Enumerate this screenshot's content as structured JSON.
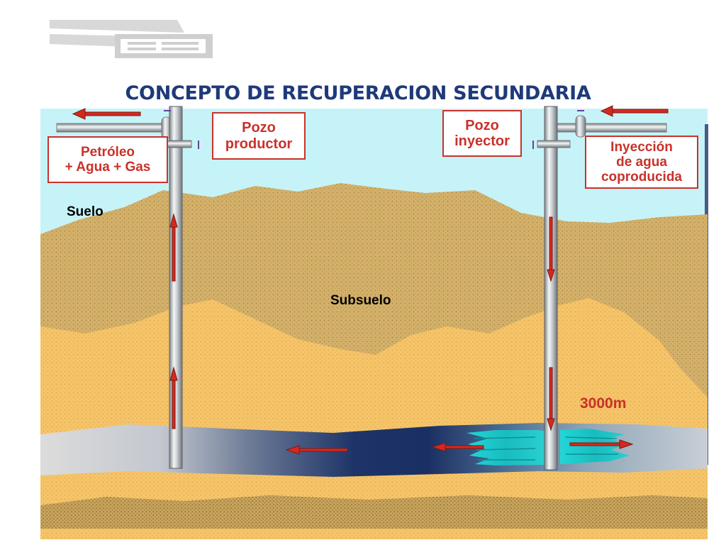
{
  "title": "CONCEPTO DE RECUPERACION SECUNDARIA",
  "logo": {
    "name": "company-logo"
  },
  "labels": {
    "productor": [
      "Pozo",
      "productor"
    ],
    "inyector": [
      "Pozo",
      "inyector"
    ],
    "petroleo": [
      "Petróleo",
      "+ Agua + Gas"
    ],
    "inyeccion": [
      "Inyección",
      "de agua",
      "coproducida"
    ],
    "suelo": "Suelo",
    "subsuelo": "Subsuelo",
    "depth": "3000m"
  },
  "colors": {
    "title": "#1f3a7a",
    "accent_red": "#c9312a",
    "sky": "#c6f3f7",
    "soil_dark": "#d4b16a",
    "soil_light": "#f6c468",
    "reservoir_dark": "#1e3468",
    "water": "#19c6c8"
  }
}
